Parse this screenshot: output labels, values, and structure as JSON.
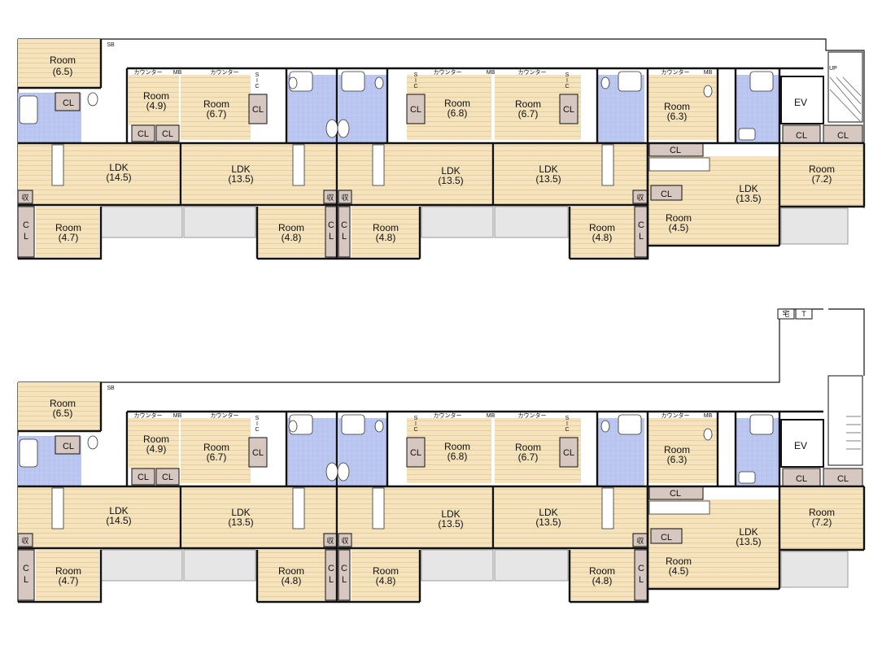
{
  "plan": {
    "colors": {
      "floor": "#f4e3bd",
      "floor_line": "#e6cf9c",
      "closet": "#d6c7c0",
      "wet": "#bcc8f0",
      "wall": "#111111",
      "balcony": "#e5e5e5"
    },
    "labels": {
      "room": "Room",
      "ldk": "LDK",
      "cl": "CL",
      "c": "C",
      "l": "L",
      "shuno": "収",
      "mb": "MB",
      "sb": "SB",
      "counter": "カウンター",
      "ev": "EV",
      "up": "UP",
      "s": "S",
      "i": "I",
      "taku": "宅",
      "t": "T"
    },
    "sizes": {
      "r65": "(6.5)",
      "r49": "(4.9)",
      "r67": "(6.7)",
      "r68": "(6.8)",
      "r63": "(6.3)",
      "r72": "(7.2)",
      "r47": "(4.7)",
      "r48": "(4.8)",
      "r45": "(4.5)",
      "l145": "(14.5)",
      "l135": "(13.5)"
    },
    "floors": [
      {
        "name": "upper"
      },
      {
        "name": "lower"
      }
    ]
  }
}
